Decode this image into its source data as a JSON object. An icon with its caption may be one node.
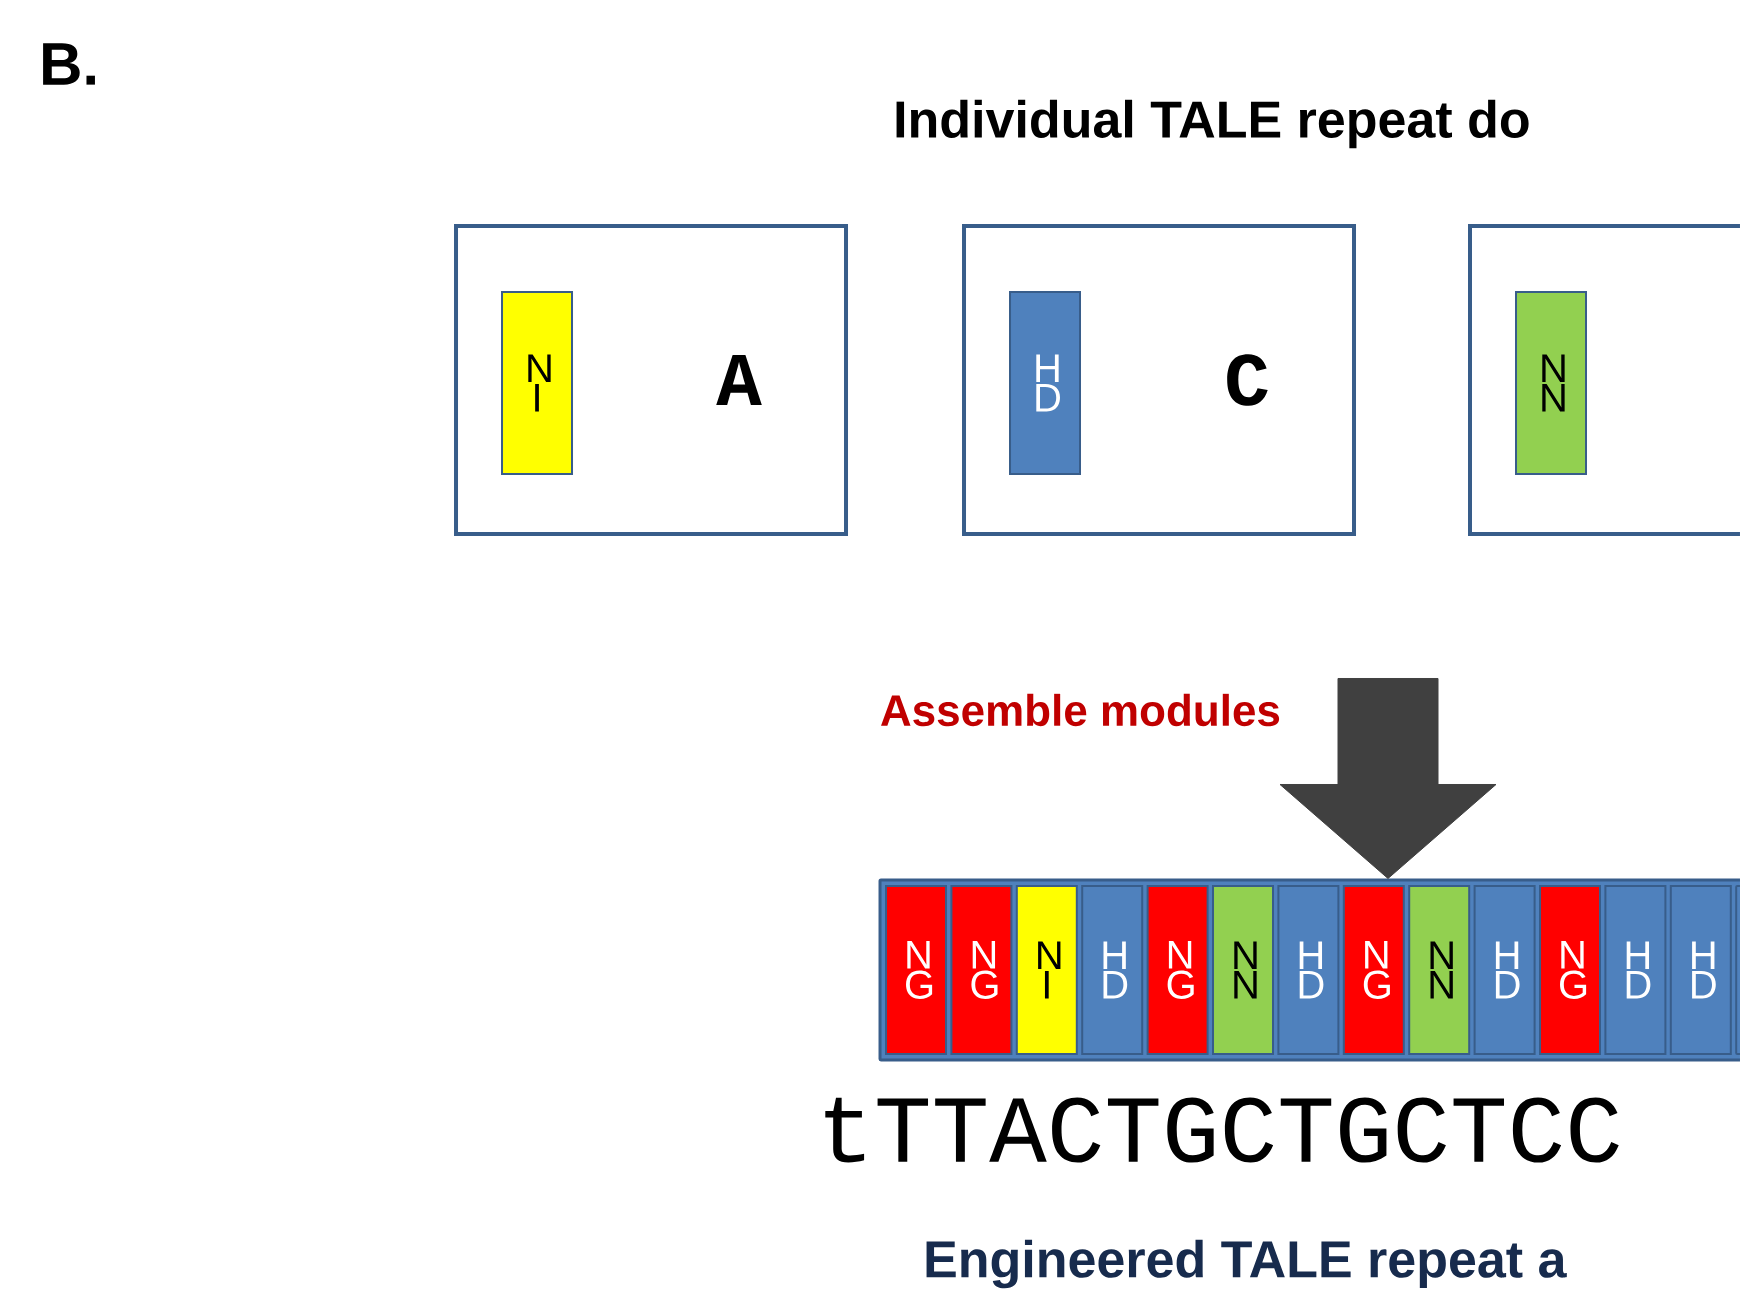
{
  "diagram": {
    "title": "Individual TALE repeat do",
    "caption": "Engineered TALE repeat a",
    "nodes": [
      {
        "text": [
          "A"
        ]
      },
      {
        "text": [
          "N I"
        ],
        "in": 0
      },
      {
        "text": [
          "C"
        ]
      },
      {
        "text": [
          "H D"
        ],
        "in": 2
      },
      {
        "text": [],
        "shape": "box"
      },
      {
        "text": [
          "N N"
        ],
        "in": 4
      },
      {
        "text": [],
        "shape": "bar"
      },
      {
        "text": [
          "N G"
        ],
        "in": 6
      },
      {
        "text": [
          "N G"
        ],
        "in": 6
      },
      {
        "text": [
          "N I"
        ],
        "in": 6
      },
      {
        "text": [
          "H D"
        ],
        "in": 6
      },
      {
        "text": [
          "N G"
        ],
        "in": 6
      },
      {
        "text": [
          "N N"
        ],
        "in": 6
      },
      {
        "text": [
          "H D"
        ],
        "in": 6
      },
      {
        "text": [
          "N G"
        ],
        "in": 6
      },
      {
        "text": [
          "N N"
        ],
        "in": 6
      },
      {
        "text": [
          "H D"
        ],
        "in": 6
      },
      {
        "text": [
          "N G"
        ],
        "in": 6
      },
      {
        "text": [
          "H D"
        ],
        "in": 6
      },
      {
        "text": [
          "H D"
        ],
        "in": 6
      },
      {
        "text": [],
        "shape": "bar",
        "in": 6
      }
    ],
    "edges": [
      {
        "from": null,
        "to": 6,
        "arrow": "to",
        "style": "thick",
        "color": "#404040"
      }
    ],
    "labels": [
      "B.",
      "Assemble modules",
      "tTTACTGCTGCTCC"
    ]
  }
}
